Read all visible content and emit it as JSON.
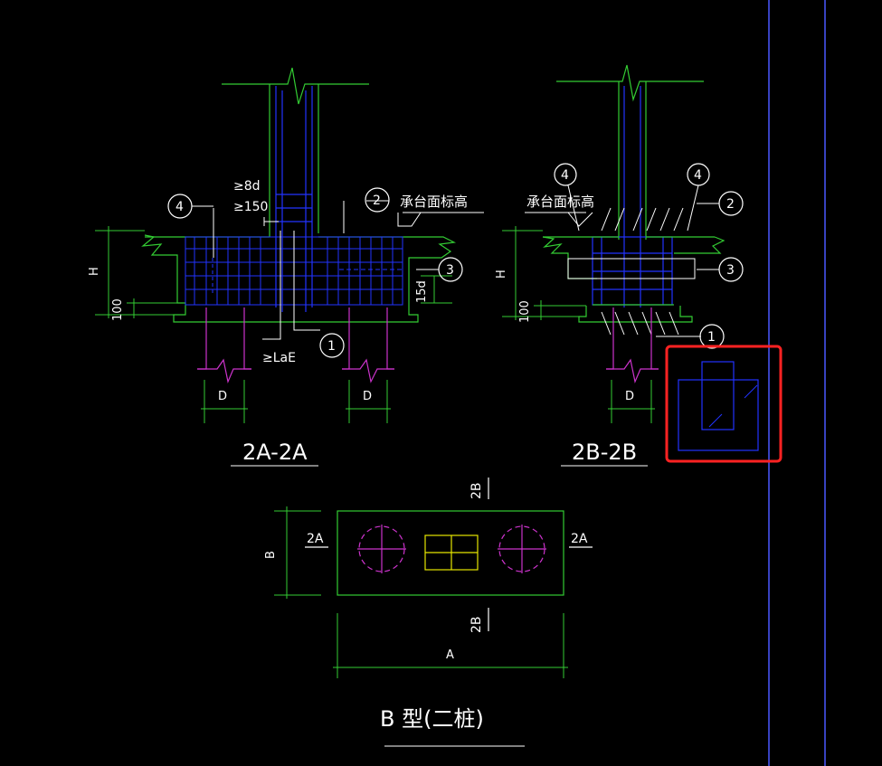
{
  "section_2a": {
    "title": "2A-2A",
    "notes": {
      "anchor_8d": "≥8d",
      "anchor_150": "≥150",
      "cap_level": "承台面标高",
      "lae": "≥LaE",
      "d15": "15d"
    },
    "dims": {
      "h": "H",
      "h100": "100",
      "d_left": "D",
      "d_right": "D"
    },
    "callouts": [
      "4",
      "2",
      "3",
      "1"
    ]
  },
  "section_2b": {
    "title": "2B-2B",
    "notes": {
      "cap_level": "承台面标高"
    },
    "dims": {
      "h": "H",
      "h100": "100",
      "d": "D"
    },
    "callouts": [
      "4",
      "4",
      "2",
      "3",
      "1"
    ]
  },
  "plan": {
    "title": "B 型(二桩)",
    "section_marks": {
      "top": "2B",
      "bottom": "2B",
      "left": "2A",
      "right": "2A"
    },
    "dims": {
      "b": "B",
      "a": "A"
    }
  },
  "colors": {
    "outline": "#33cc33",
    "rebar": "#2233ff",
    "pile": "#cc33cc",
    "column_plan": "#e6e600",
    "frame": "#4b58ff",
    "highlight": "#ff2222",
    "text": "#ffffff"
  }
}
